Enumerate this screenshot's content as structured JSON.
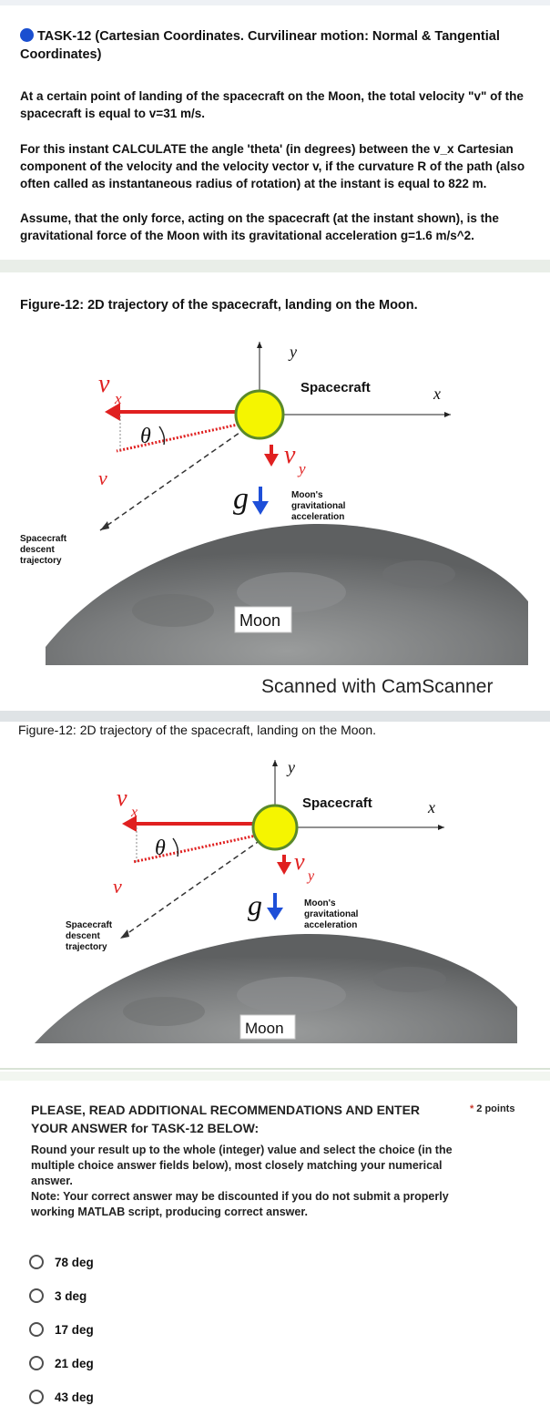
{
  "task": {
    "title": "TASK-12 (Cartesian Coordinates. Curvilinear motion: Normal & Tangential Coordinates)",
    "paragraphs": [
      "At a certain point of landing of the spacecraft on the Moon, the total velocity \"v\" of the spacecraft is equal to v=31 m/s.",
      "For this instant CALCULATE the angle 'theta' (in degrees) between the v_x Cartesian component of the velocity and the velocity vector v, if the curvature R of the path (also often called as instantaneous radius of rotation) at the instant is equal to 822 m.",
      "Assume, that the only force, acting on the spacecraft (at the instant shown), is the gravitational force of the Moon with its gravitational acceleration g=1.6 m/s^2."
    ]
  },
  "figure": {
    "caption": "Figure-12: 2D trajectory of the spacecraft, landing on the Moon.",
    "labels": {
      "y": "y",
      "x": "x",
      "spacecraft": "Spacecraft",
      "vx_main": "v",
      "vx_sub": "x",
      "vy_main": "v",
      "vy_sub": "y",
      "v": "v",
      "theta": "θ",
      "g": "g",
      "moon_accel_1": "Moon's",
      "moon_accel_2": "gravitational",
      "moon_accel_3": "acceleration",
      "descent_1": "Spacecraft",
      "descent_2": "descent",
      "descent_3": "trajectory",
      "moon": "Moon"
    },
    "colors": {
      "spacecraft": "#f5f500",
      "spacecraft_border": "#5a8a2a",
      "vector": "#e02020",
      "gravity": "#1e4fd8",
      "moon": "#7d7f80"
    }
  },
  "scanner": {
    "watermark": "Scanned with CamScanner"
  },
  "question": {
    "prompt": "PLEASE, READ ADDITIONAL RECOMMENDATIONS AND ENTER YOUR ANSWER for TASK-12 BELOW:",
    "points": "2 points",
    "required_mark": "*",
    "recommendation": "Round your result up to the whole (integer) value and select the choice (in the multiple choice answer fields below), most closely matching your numerical answer.",
    "note": "Note: Your correct answer may be discounted if you do not submit a properly working MATLAB script, producing correct answer.",
    "choices": [
      "78 deg",
      "3 deg",
      "17 deg",
      "21 deg",
      "43 deg"
    ]
  }
}
